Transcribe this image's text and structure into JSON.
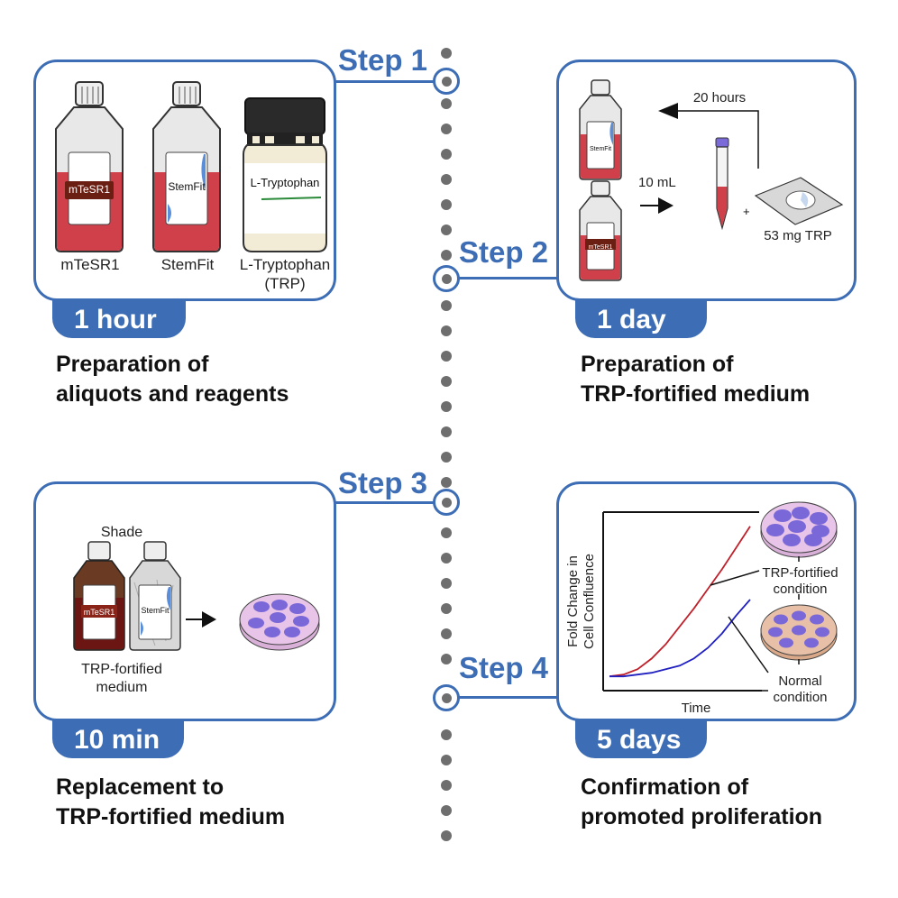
{
  "steps": [
    {
      "label": "Step 1",
      "duration": "1 hour",
      "title_line1": "Preparation of",
      "title_line2": "aliquots and reagents",
      "items": [
        {
          "name": "mTeSR1",
          "bottle_label": "mTeSR1",
          "caption": "mTeSR1"
        },
        {
          "name": "StemFit",
          "bottle_label": "StemFit",
          "caption": "StemFit"
        },
        {
          "name": "L-Tryptophan",
          "bottle_label": "L-Tryptophan",
          "caption_line1": "L-Tryptophan",
          "caption_line2": "(TRP)"
        }
      ]
    },
    {
      "label": "Step 2",
      "duration": "1 day",
      "title_line1": "Preparation of",
      "title_line2": "TRP-fortified medium",
      "bottle_top_label": "StemFit",
      "bottle_bottom_label": "mTeSR1",
      "volume": "10 mL",
      "return_time": "20 hours",
      "plus": "+",
      "reagent": "53 mg TRP"
    },
    {
      "label": "Step 3",
      "duration": "10 min",
      "title_line1": "Replacement to",
      "title_line2": "TRP-fortified medium",
      "shade_label": "Shade",
      "bottle1_label": "mTeSR1",
      "bottle2_label": "StemFit",
      "caption_line1": "TRP-fortified",
      "caption_line2": "medium"
    },
    {
      "label": "Step 4",
      "duration": "5 days",
      "title_line1": "Confirmation of",
      "title_line2": "promoted proliferation",
      "dish_top_line1": "TRP-fortified",
      "dish_top_line2": "condition",
      "dish_bottom_line1": "Normal",
      "dish_bottom_line2": "condition"
    }
  ],
  "colors": {
    "accent": "#3d6db4",
    "timeline_dot": "#6e6e6e",
    "medium_red": "#d0404a",
    "trp_curve": "#c0202a",
    "normal_curve": "#2020c0"
  },
  "chart_data": {
    "type": "line",
    "title": "",
    "xlabel": "Time",
    "ylabel_line1": "Fold Change in",
    "ylabel_line2": "Cell Confluence",
    "xlim": [
      0,
      1
    ],
    "ylim": [
      0,
      1
    ],
    "grid": false,
    "series": [
      {
        "name": "TRP-fortified condition",
        "color": "#c0202a",
        "x": [
          0,
          0.1,
          0.2,
          0.3,
          0.4,
          0.5,
          0.6,
          0.7,
          0.8,
          0.9,
          1.0
        ],
        "y": [
          0.08,
          0.09,
          0.12,
          0.18,
          0.26,
          0.36,
          0.46,
          0.57,
          0.68,
          0.8,
          0.92
        ]
      },
      {
        "name": "Normal condition",
        "color": "#2020c0",
        "x": [
          0,
          0.1,
          0.2,
          0.3,
          0.4,
          0.5,
          0.6,
          0.7,
          0.8,
          0.9,
          1.0
        ],
        "y": [
          0.08,
          0.08,
          0.09,
          0.1,
          0.12,
          0.14,
          0.18,
          0.24,
          0.32,
          0.42,
          0.51
        ]
      }
    ]
  }
}
